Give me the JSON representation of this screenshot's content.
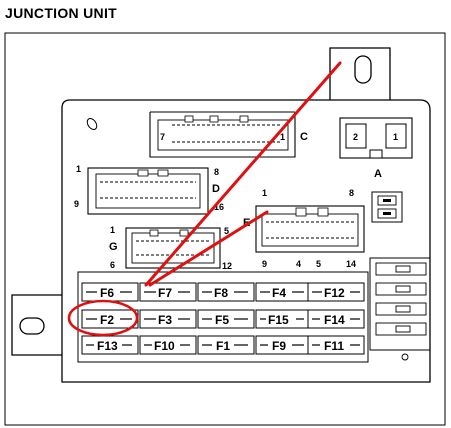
{
  "title": "JUNCTION UNIT",
  "connectors": {
    "C": {
      "label": "C",
      "pins": [
        "7",
        "1"
      ]
    },
    "A": {
      "label": "A",
      "pins": [
        "2",
        "1"
      ]
    },
    "D": {
      "label": "D",
      "pins": [
        "1",
        "8",
        "9",
        "16"
      ]
    },
    "E": {
      "label": "E",
      "pins": [
        "1",
        "8",
        "9",
        "4",
        "5",
        "14"
      ]
    },
    "G": {
      "label": "G",
      "pins": [
        "1",
        "5",
        "6",
        "12"
      ]
    }
  },
  "fuses": {
    "row1": [
      "F6",
      "F7",
      "F8",
      "F4",
      "F12"
    ],
    "row2": [
      "F2",
      "F3",
      "F5",
      "F15",
      "F14"
    ],
    "row3": [
      "F13",
      "F10",
      "F1",
      "F9",
      "F11"
    ]
  },
  "annotations": {
    "highlighted_fuse": "F2",
    "pointer_target": "F7"
  },
  "colors": {
    "annotation": "#e01010",
    "line": "#000000"
  }
}
